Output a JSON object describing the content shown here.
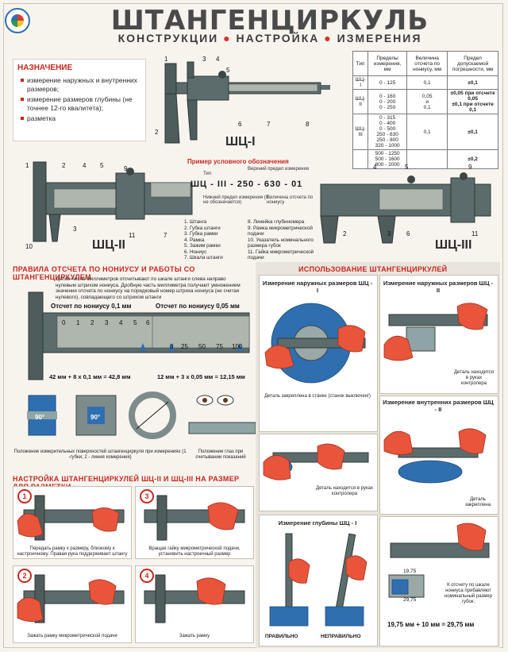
{
  "header": {
    "title": "ШТАНГЕНЦИРКУЛЬ",
    "subtitle_parts": [
      "КОНСТРУКЦИИ",
      "НАСТРОЙКА",
      "ИЗМЕРЕНИЯ"
    ]
  },
  "purpose": {
    "title": "НАЗНАЧЕНИЕ",
    "items": [
      "измерение наружных и внутренних размеров;",
      "измерение размеров глубины (не точнее 12-го квалитета);",
      "разметка"
    ]
  },
  "spec_table": {
    "headers": [
      "Тип",
      "Пределы измерения, мм",
      "Величина отсчета по нониусу, мм",
      "Предел допускаемой погрешности, мм"
    ],
    "rows": [
      {
        "type": "ШЦ-I",
        "range": "0 - 125",
        "reading": "0,1",
        "error": "±0,1"
      },
      {
        "type": "ШЦ-II",
        "range": "0 - 160\n0 - 200\n0 - 250",
        "reading": "0,05\nи\n0,1",
        "error": "±0,05 при отсчете 0,05\n±0,1 при отсчете 0,1"
      },
      {
        "type": "ШЦ-III",
        "range": "0 - 315\n0 - 400\n0 - 500\n250 - 630\n250 - 800\n320 - 1000",
        "reading": "0,1",
        "error": "±0,1"
      },
      {
        "type": "",
        "range": "500 - 1250\n500 - 1600\n800 - 2000",
        "reading": "",
        "error": "±0,2"
      }
    ]
  },
  "models": {
    "shc1": "ШЦ-I",
    "shc2": "ШЦ-II",
    "shc3": "ШЦ-III"
  },
  "caliper_numbers": {
    "shc1": [
      "1",
      "2",
      "3",
      "4",
      "5",
      "6",
      "7",
      "8"
    ],
    "shc2": [
      "1",
      "2",
      "3",
      "4",
      "5",
      "9",
      "10",
      "11",
      "7"
    ],
    "shc3": [
      "2",
      "3",
      "4",
      "5",
      "6",
      "9",
      "11"
    ]
  },
  "designation": {
    "title": "Пример условного обозначения",
    "type_label": "Тип",
    "upper_label": "Верхний предел измерения",
    "code": "ШЦ - III - 250 - 630 - 01",
    "lower_label": "Нижний предел измерения (0 не обозначается)",
    "reading_label": "Величина отсчета по нониусу"
  },
  "parts": {
    "left": [
      "1. Штанга",
      "2. Губка штанги",
      "3. Губка рамки",
      "4. Рамка",
      "5. Зажим рамки",
      "6. Нониус",
      "7. Шкала штанги"
    ],
    "right": [
      "8. Линейка глубиномера",
      "9. Рамка микрометрической подачи",
      "10. Указатель номинального размера губок",
      "11. Гайка микрометрической подачи"
    ]
  },
  "rules": {
    "title": "ПРАВИЛА ОТСЧЕТА ПО НОНИУСУ И РАБОТЫ СО ШТАНГЕНЦИРКУЛЕМ",
    "text": "Целое число миллиметров отсчитывают по шкале штанги слева направо нулевым штрихом нониуса. Дробную часть миллиметра получают умножением значения отсчета по нониусу на порядковый номер штриха нониуса (не считая нулевого), совпадающего со штрихом штанги",
    "reading_01": "Отсчет по нониусу 0,1 мм",
    "reading_005": "Отсчет по нониусу 0,05 мм",
    "formula_01": "42 мм + 8 x 0,1 мм = 42,8 мм",
    "formula_005": "12 мм + 3 x 0,05 мм = 12,15 мм",
    "scale_ticks_01": [
      "0",
      "1",
      "2",
      "3",
      "4",
      "5",
      "6"
    ],
    "scale_ticks_005": [
      "0",
      "25",
      "50",
      "75",
      "100"
    ],
    "angle": "90°",
    "surfaces_caption": "Положение измерительных поверхностей штангенциркуля при измерениях (1 -губки; 2 - линия измерения)",
    "eye_caption": "Положение глаз при считывании показаний"
  },
  "setup": {
    "title": "НАСТРОЙКА ШТАНГЕНЦИРКУЛЕЙ ШЦ-II И ШЦ-III НА РАЗМЕР ДЛЯ РАЗМЕТКИ",
    "steps": [
      {
        "num": "1",
        "caption": "Передать рамку к размеру, близкому к настроечному. Правая рука поддерживает штангу"
      },
      {
        "num": "3",
        "caption": "Вращая гайку микрометрической подачи, установить настроечный размер"
      },
      {
        "num": "2",
        "caption": "Зажать рамку микрометрической подачи"
      },
      {
        "num": "4",
        "caption": "Зажать рамку"
      }
    ]
  },
  "usage": {
    "title": "ИСПОЛЬЗОВАНИЕ ШТАНГЕНЦИРКУЛЕЙ",
    "outer1_title": "Измерение наружных размеров ШЦ - I",
    "outer1_caption": "Деталь закреплена в станке (станок выключен!)",
    "outer2_title": "Измерение наружных размеров ШЦ - II",
    "outer2_caption": "Деталь находится в руках контролера",
    "inner_title": "Измерение внутренних размеров ШЦ - II",
    "inner_caption": "Деталь закреплена",
    "hand_caption": "Деталь находится в руках контролера",
    "depth_title": "Измерение глубины ШЦ - I",
    "correct": "ПРАВИЛЬНО",
    "incorrect": "НЕПРАВИЛЬНО",
    "inner_note": "К отсчету по шкале нониуса прибавляют номинальный размер губок:",
    "inner_values": [
      "19,75",
      "29,75"
    ],
    "inner_formula": "19,75 мм + 10 мм = 29,75 мм"
  },
  "colors": {
    "accent_red": "#c8261d",
    "steel": "#5c6b6b",
    "hand": "#e8553a",
    "blue_part": "#2f6fb0"
  }
}
